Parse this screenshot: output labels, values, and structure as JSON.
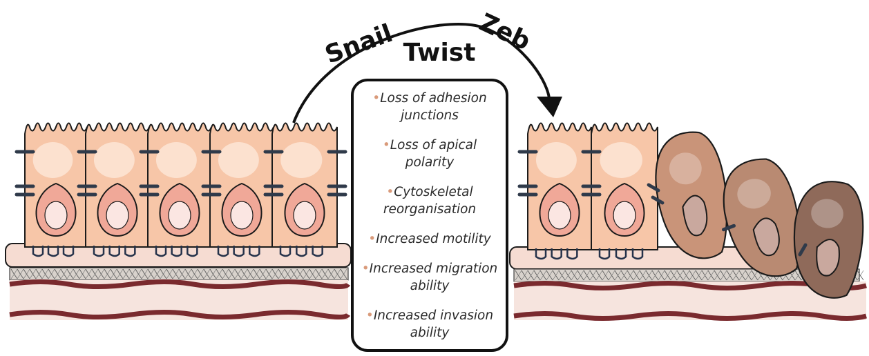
{
  "transcription_factors": {
    "snail": "Snail",
    "twist": "Twist",
    "zeb": "Zeb"
  },
  "features": [
    {
      "bullet": "•",
      "lines": [
        "Loss of adhesion",
        "junctions"
      ]
    },
    {
      "bullet": "•",
      "lines": [
        "Loss of apical",
        "polarity"
      ]
    },
    {
      "bullet": "•",
      "lines": [
        "Cytoskeletal",
        "reorganisation"
      ]
    },
    {
      "bullet": "•",
      "lines": [
        "Increased motility"
      ]
    },
    {
      "bullet": "•",
      "lines": [
        "Increased migration",
        "ability"
      ]
    },
    {
      "bullet": "•",
      "lines": [
        "Increased invasion",
        "ability"
      ]
    }
  ],
  "colors": {
    "epithelial_cell": "#f7c6a8",
    "epithelial_cell_highlight": "#fde9dc",
    "nucleus": "#f0a898",
    "nucleus_inner": "#fbe6e2",
    "junction": "#2f3a4a",
    "basement_membrane": "#f6dcd2",
    "vessel": "#7a2a2e",
    "mesenchymal_cell": "#c58f72",
    "mesenchymal_cell_dark": "#8a6050",
    "bullet": "#d99a7a",
    "outline": "#1b1b1b"
  }
}
